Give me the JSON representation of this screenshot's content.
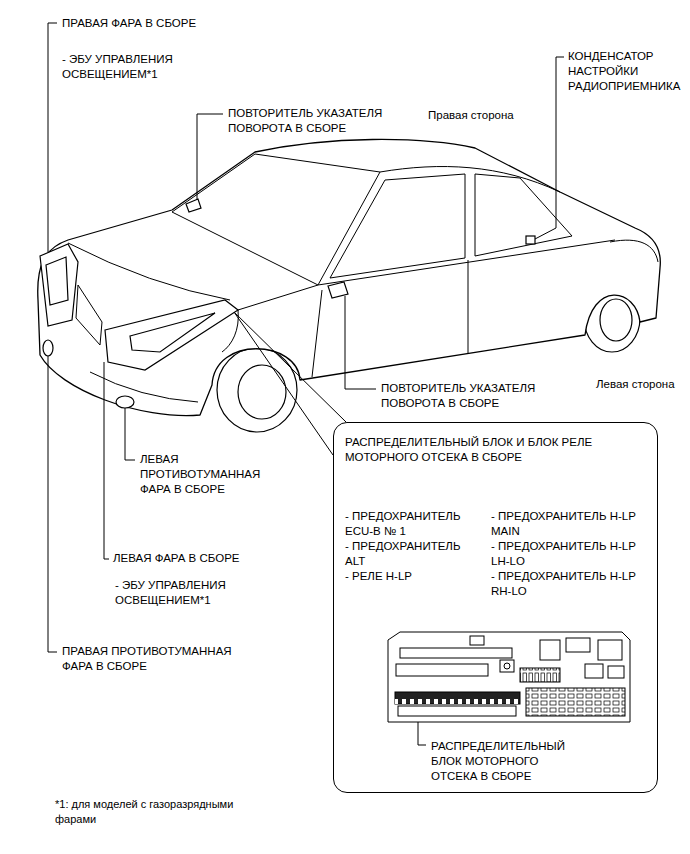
{
  "diagram": {
    "nodes": [
      {
        "text": [
          "РАСПРЕДЕЛИТЕЛЬНЫЙ БЛОК И БЛОК РЕЛЕ МОТОРНОГО ОТСЕКА В СБОРЕ",
          "- ПРЕДОХРАНИТЕЛЬ ECU-B № 1",
          "- ПРЕДОХРАНИТЕЛЬ ALT",
          "- РЕЛЕ H-LP",
          "- ПРЕДОХРАНИТЕЛЬ H-LP MAIN",
          "- ПРЕДОХРАНИТЕЛЬ H-LP LH-LO",
          "- ПРЕДОХРАНИТЕЛЬ H-LP RH-LO",
          "РАСПРЕДЕЛИТЕЛЬНЫЙ БЛОК МОТОРНОГО ОТСЕКА В СБОРЕ"
        ]
      }
    ],
    "labels": [
      "ПРАВАЯ ФАРА В СБОРЕ",
      "- ЭБУ УПРАВЛЕНИЯ ОСВЕЩЕНИЕМ*1",
      "ПОВТОРИТЕЛЬ УКАЗАТЕЛЯ ПОВОРОТА В СБОРЕ",
      "Правая сторона",
      "КОНДЕНСАТОР НАСТРОЙКИ РАДИОПРИЕМНИКА",
      "ПОВТОРИТЕЛЬ УКАЗАТЕЛЯ ПОВОРОТА В СБОРЕ",
      "Левая сторона",
      "ЛЕВАЯ ПРОТИВОТУМАННАЯ ФАРА В СБОРЕ",
      "ЛЕВАЯ ФАРА В СБОРЕ",
      "- ЭБУ УПРАВЛЕНИЯ ОСВЕЩЕНИЕМ*1",
      "ПРАВАЯ ПРОТИВОТУМАННАЯ ФАРА В СБОРЕ",
      "*1: для моделей с газоразрядными фарами"
    ]
  }
}
